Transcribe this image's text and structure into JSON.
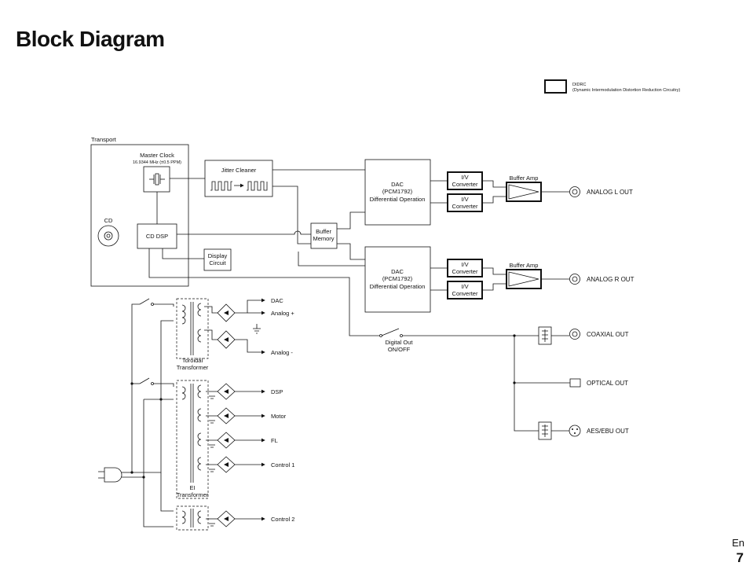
{
  "title": "Block Diagram",
  "legend": {
    "label": "DIDRC",
    "desc": "(Dynamic Intermodulation Distortion Reduction Circuitry)"
  },
  "blocks": {
    "transport": "Transport",
    "master_clock": "Master Clock",
    "master_clock_freq": "16.9344 MHz (±0.5 PPM)",
    "cd": "CD",
    "cd_dsp": "CD DSP",
    "display": [
      "Display",
      "Circuit"
    ],
    "jitter": "Jitter Cleaner",
    "buffer_memory": [
      "Buffer",
      "Memory"
    ],
    "dac_l": [
      "DAC",
      "(PCM1792)",
      "Differential Operation"
    ],
    "dac_r": [
      "DAC",
      "(PCM1792)",
      "Differential Operation"
    ],
    "iv": [
      "I/V",
      "Converter"
    ],
    "buffer_amp": "Buffer Amp",
    "digital_out": [
      "Digital Out",
      "ON/OFF"
    ],
    "toroidal": [
      "Toroidal",
      "Transformer"
    ],
    "ei": [
      "EI",
      "Transformer"
    ]
  },
  "outputs": {
    "analog_l": "ANALOG L OUT",
    "analog_r": "ANALOG R OUT",
    "coaxial": "COAXIAL OUT",
    "optical": "OPTICAL OUT",
    "aes": "AES/EBU OUT"
  },
  "supplies": {
    "dac": "DAC",
    "analog_plus": "Analog +",
    "analog_minus": "Analog -",
    "dsp": "DSP",
    "motor": "Motor",
    "fl": "FL",
    "control1": "Control 1",
    "control2": "Control 2"
  },
  "footer": {
    "lang": "En",
    "page": "7"
  }
}
